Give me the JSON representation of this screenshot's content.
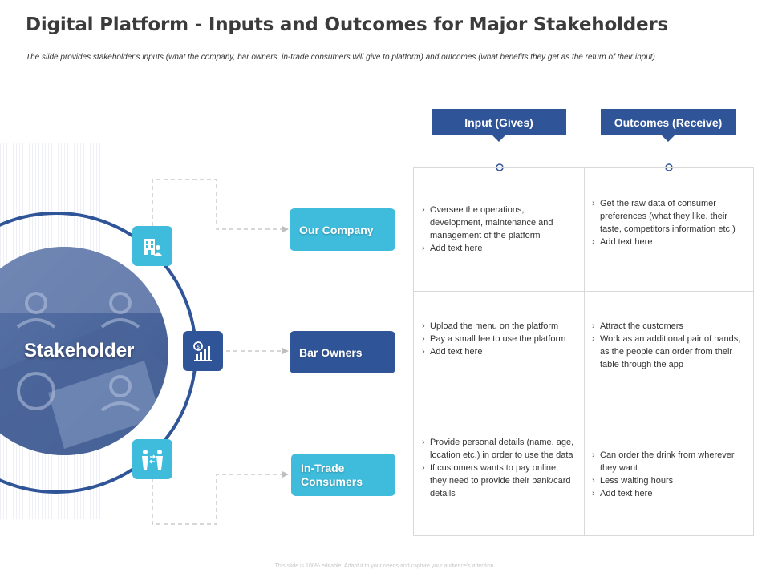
{
  "title": "Digital Platform - Inputs and Outcomes for Major Stakeholders",
  "subtitle": "The slide provides stakeholder's inputs (what the company, bar owners, in-trade consumers will give to platform) and outcomes (what benefits they get as the return of their input)",
  "center": {
    "label": "Stakeholder"
  },
  "columns": {
    "input": "Input (Gives)",
    "outcome": "Outcomes (Receive)"
  },
  "stakeholders": [
    {
      "name": "Our Company",
      "icon": "building-person-icon",
      "inputs": [
        "Oversee the operations, development, maintenance and management of the platform",
        "Add text here"
      ],
      "outcomes": [
        "Get the raw data of consumer preferences (what they like, their taste, competitors information etc.)",
        "Add text here"
      ]
    },
    {
      "name": "Bar Owners",
      "icon": "money-chart-icon",
      "inputs": [
        "Upload the menu on the platform",
        "Pay a small fee to use the platform",
        "Add text here"
      ],
      "outcomes": [
        "Attract the customers",
        "Work as an additional pair of hands, as the people can order from their table through the app"
      ]
    },
    {
      "name": "In-Trade Consumers",
      "icon": "people-exchange-icon",
      "inputs": [
        "Provide personal details (name, age, location etc.) in order to use the data",
        "If customers wants to pay online, they need to provide their bank/card details"
      ],
      "outcomes": [
        "Can order the drink from wherever they want",
        "Less waiting hours",
        "Add text here"
      ]
    }
  ],
  "footer": "This slide is 100% editable. Adapt it to your needs and capture your audience's attention.",
  "colors": {
    "navy": "#2f5497",
    "cyan": "#3fbcdc",
    "grid": "#d9d9d9"
  }
}
